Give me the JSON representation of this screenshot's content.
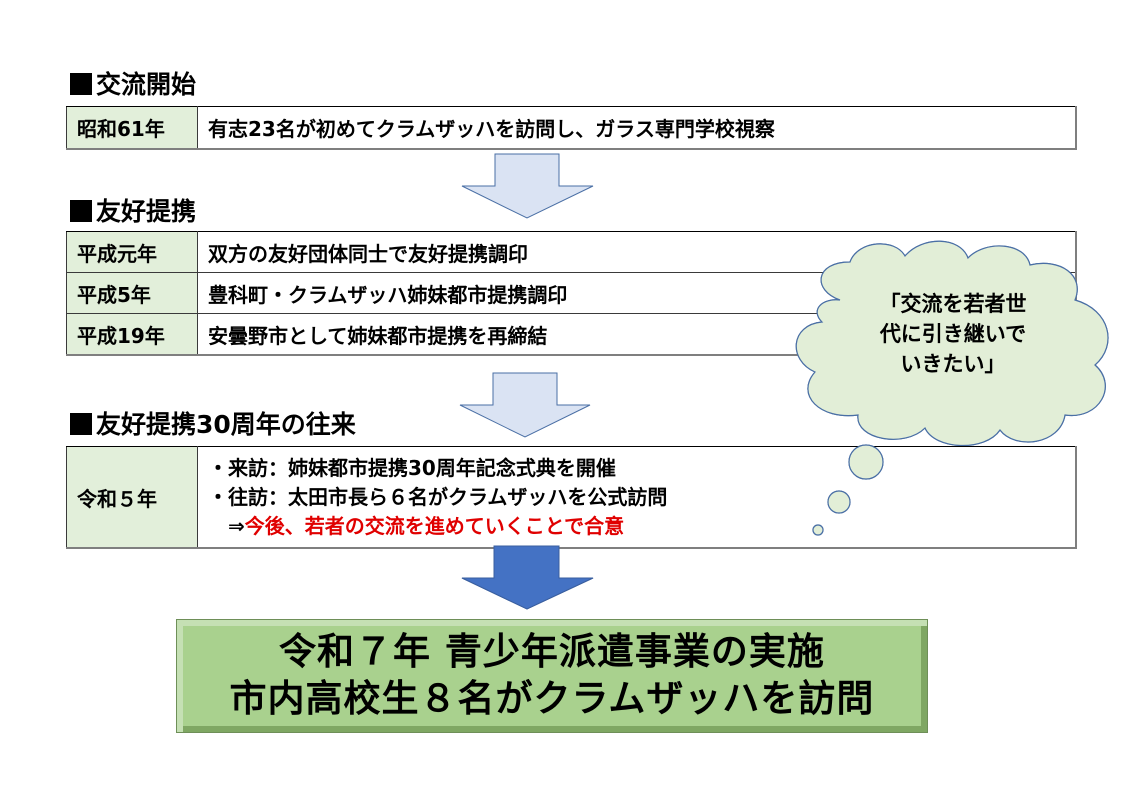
{
  "sections": [
    {
      "title": "交流開始",
      "rows": [
        {
          "year": "昭和61年",
          "text": "有志23名が初めてクラムザッハを訪問し、ガラス専門学校視察"
        }
      ]
    },
    {
      "title": "友好提携",
      "rows": [
        {
          "year": "平成元年",
          "text": "双方の友好団体同士で友好提携調印"
        },
        {
          "year": "平成5年",
          "text": "豊科町・クラムザッハ姉妹都市提携調印"
        },
        {
          "year": "平成19年",
          "text": "安曇野市として姉妹都市提携を再締結"
        }
      ]
    },
    {
      "title": "友好提携30周年の往来",
      "rows": [
        {
          "year": "令和５年",
          "lines": [
            {
              "prefix": "・",
              "text": "来訪：姉妹都市提携30周年記念式典を開催"
            },
            {
              "prefix": "・",
              "text": "往訪：太田市長ら６名がクラムザッハを公式訪問"
            },
            {
              "prefix": "　⇒",
              "text": "今後、若者の交流を進めていくことで合意",
              "highlight": true
            }
          ]
        }
      ]
    }
  ],
  "cloud": {
    "lines": [
      "「交流を若者世",
      "代に引き継いで",
      "いきたい」"
    ]
  },
  "final_box": {
    "line1": "令和７年 青少年派遣事業の実施",
    "line2": "市内高校生８名がクラムザッハを訪問"
  },
  "colors": {
    "label_fill": "#e2efda",
    "arrow_light": "#dae3f3",
    "arrow_light_stroke": "#4a6fa5",
    "arrow_dark": "#4472c4",
    "cloud_fill": "#e2eed7",
    "cloud_stroke": "#4a6fa5",
    "final_fill": "#a9d18e",
    "highlight_text": "#e00000"
  }
}
